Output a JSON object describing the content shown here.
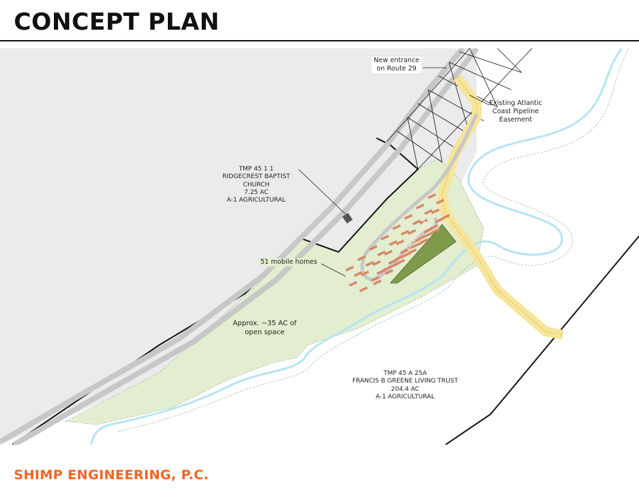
{
  "title": "CONCEPT PLAN",
  "footer": {
    "company": "SHIMP ENGINEERING, P.C.",
    "color": "#f26522"
  },
  "colors": {
    "background_parcel": "#ebebeb",
    "open_space": "#e3edd0",
    "drainfield": "#7f9a4a",
    "easement": "#f6e59a",
    "stream": "#b7e3f2",
    "road": "#c7c7c7",
    "home": "#d8886a"
  },
  "labels": {
    "entrance": [
      "New entrance",
      "on Route 29"
    ],
    "pipeline": [
      "Existing Atlantic",
      "Coast Pipeline",
      "Easement"
    ],
    "church_parcel": [
      "TMP 45 1 1",
      "RIDGECREST BAPTIST",
      "CHURCH",
      "7.25 AC",
      "A-1 AGRICULTURAL"
    ],
    "homes": "51 mobile homes",
    "drainfield": "Drainfield",
    "open_space": [
      "Approx. ~35 AC of",
      "open space"
    ],
    "greene_parcel": [
      "TMP 45 A 25A",
      "FRANCIS B GREENE LIVING TRUST",
      "204.4 AC",
      "A-1 AGRICULTURAL"
    ]
  }
}
